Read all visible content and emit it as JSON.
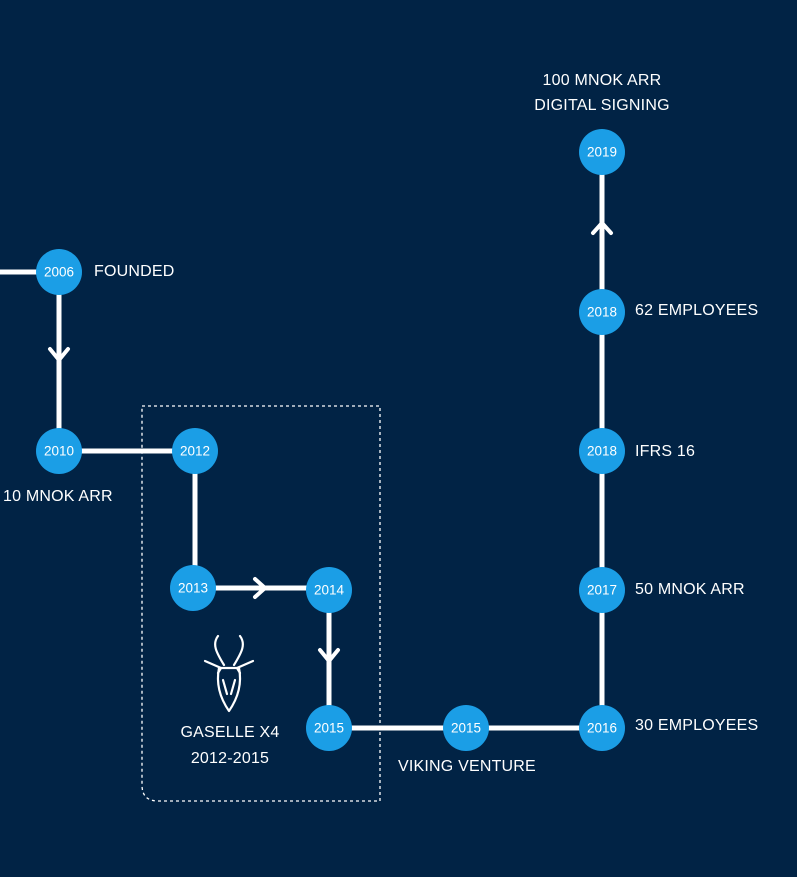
{
  "colors": {
    "background": "#012345",
    "node": "#1b9ee6",
    "line": "#ffffff"
  },
  "nodes": [
    {
      "id": "n2006",
      "year": "2006"
    },
    {
      "id": "n2010",
      "year": "2010"
    },
    {
      "id": "n2012",
      "year": "2012"
    },
    {
      "id": "n2013",
      "year": "2013"
    },
    {
      "id": "n2014",
      "year": "2014"
    },
    {
      "id": "n2015a",
      "year": "2015"
    },
    {
      "id": "n2015b",
      "year": "2015"
    },
    {
      "id": "n2016",
      "year": "2016"
    },
    {
      "id": "n2017",
      "year": "2017"
    },
    {
      "id": "n2018a",
      "year": "2018"
    },
    {
      "id": "n2018b",
      "year": "2018"
    },
    {
      "id": "n2019",
      "year": "2019"
    }
  ],
  "labels": {
    "founded": "FOUNDED",
    "arr_10": "10 MNOK ARR",
    "gaselle_title": "GASELLE X4",
    "gaselle_years": "2012-2015",
    "viking": "VIKING VENTURE",
    "employees_30": "30 EMPLOYEES",
    "arr_50": "50 MNOK ARR",
    "ifrs": "IFRS 16",
    "employees_62": "62 EMPLOYEES",
    "arr_100": "100 MNOK ARR",
    "digital_signing": "DIGITAL SIGNING"
  },
  "gaselle_icon": "gazelle-head-icon"
}
